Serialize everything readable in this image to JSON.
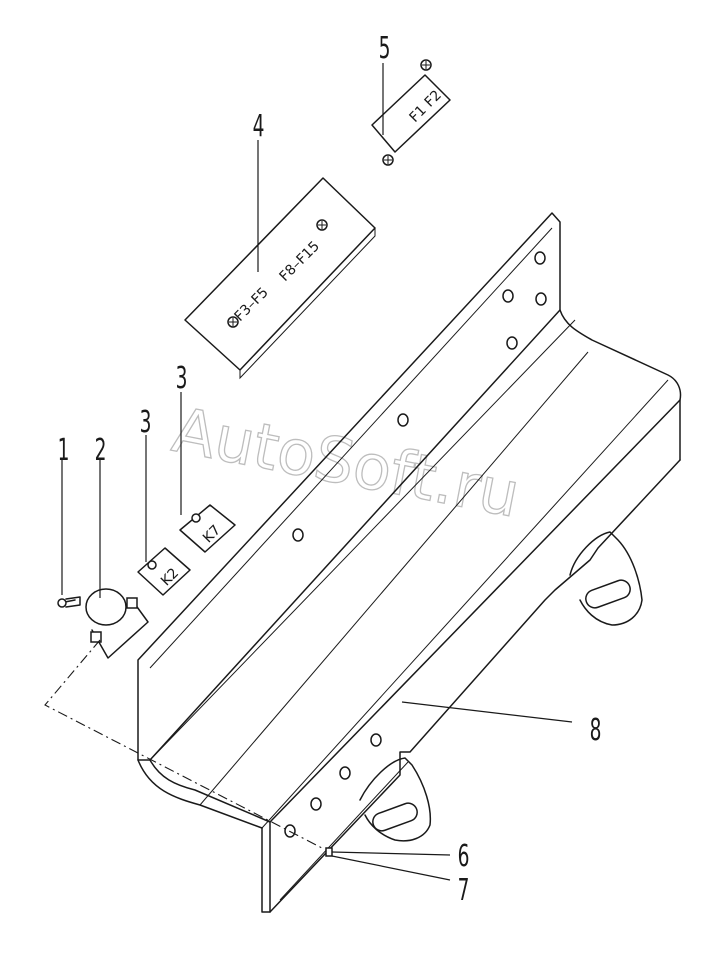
{
  "watermark": "AutoSoft.ru",
  "callouts": {
    "c1": "1",
    "c2": "2",
    "c3a": "3",
    "c3b": "3",
    "c4": "4",
    "c5": "5",
    "c6": "6",
    "c7": "7",
    "c8": "8"
  },
  "labels": {
    "plate5": "F1 F2",
    "plate4_a": "F3–F5",
    "plate4_b": "F8–F15",
    "relay_k2": "K2",
    "relay_k7": "K7"
  }
}
